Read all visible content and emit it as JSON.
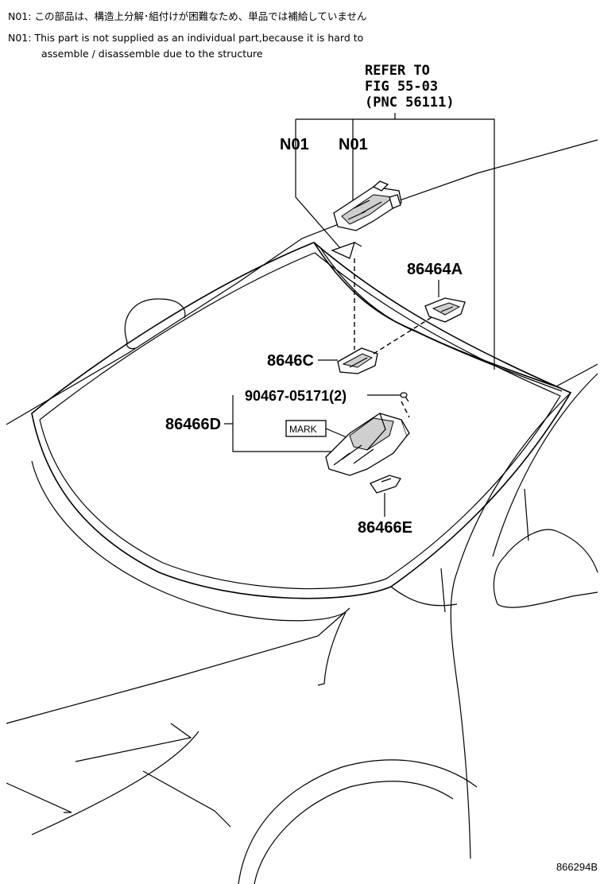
{
  "notes": {
    "jp": "N01: この部品は、構造上分解･組付けが困難なため、単品では補給していません",
    "en_line1": "N01: This part is not supplied as an individual part,because it is hard to",
    "en_line2": "assemble / disassemble due to the structure"
  },
  "refer": {
    "line1": "REFER TO",
    "line2": "FIG 55-03",
    "line3": "(PNC 56111)"
  },
  "callouts": {
    "n01_left": "N01",
    "n01_right": "N01",
    "p86464A": "86464A",
    "p8646C": "8646C",
    "p90467": "90467-05171(2)",
    "p86466D": "86466D",
    "mark": "MARK",
    "p86466E": "86466E"
  },
  "figure_code": "866294B"
}
